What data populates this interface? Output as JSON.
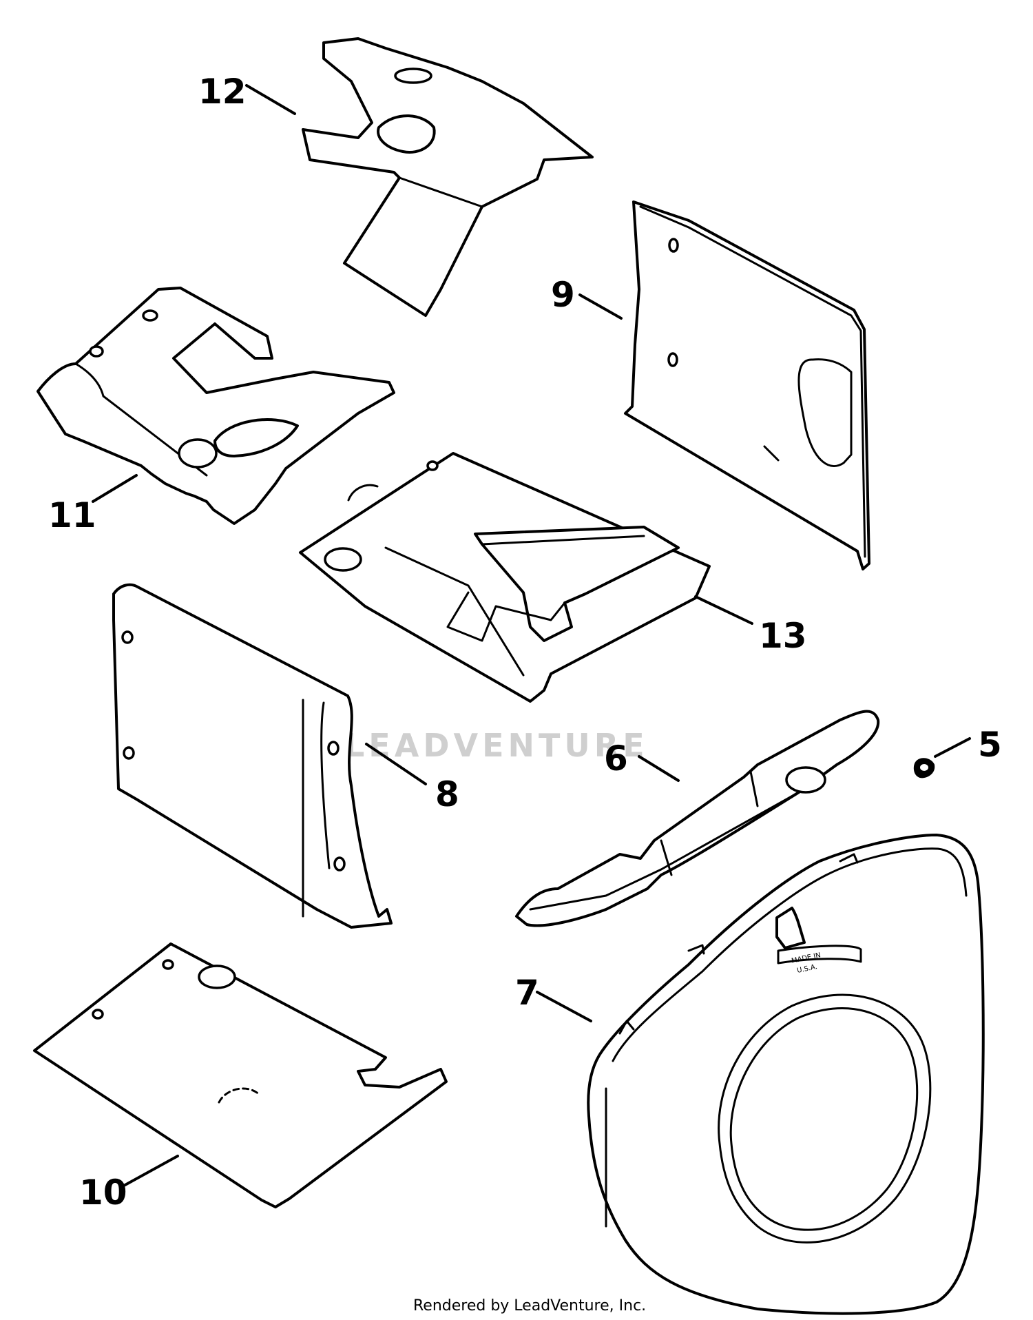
{
  "diagram": {
    "watermark": "LEADVENTURE",
    "footer": "Rendered by LeadVenture, Inc.",
    "stamp_lines": [
      "MADE IN",
      "U.S.A."
    ],
    "callouts": [
      {
        "id": "12",
        "label": "12"
      },
      {
        "id": "9",
        "label": "9"
      },
      {
        "id": "11",
        "label": "11"
      },
      {
        "id": "13",
        "label": "13"
      },
      {
        "id": "8",
        "label": "8"
      },
      {
        "id": "6",
        "label": "6"
      },
      {
        "id": "5",
        "label": "5"
      },
      {
        "id": "7",
        "label": "7"
      },
      {
        "id": "10",
        "label": "10"
      }
    ]
  }
}
